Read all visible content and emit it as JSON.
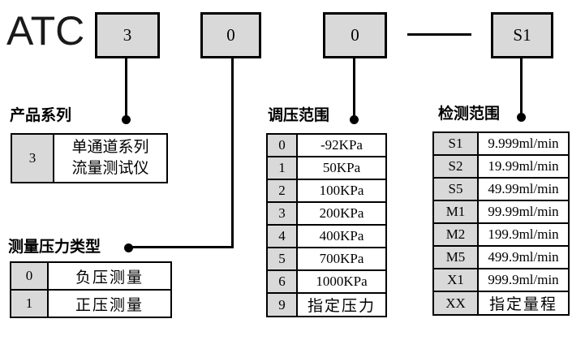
{
  "model_code": {
    "prefix": "ATC",
    "separator": "—",
    "segments": [
      "3",
      "0",
      "0",
      "S1"
    ]
  },
  "sections": {
    "product_series": {
      "heading": "产品系列",
      "rows": [
        {
          "code": "3",
          "label_line1": "单通道系列",
          "label_line2": "流量测试仪"
        }
      ]
    },
    "pressure_type": {
      "heading": "测量压力类型",
      "rows": [
        {
          "code": "0",
          "label": "负压测量"
        },
        {
          "code": "1",
          "label": "正压测量"
        }
      ]
    },
    "regulation_range": {
      "heading": "调压范围",
      "rows": [
        {
          "code": "0",
          "label": "-92KPa"
        },
        {
          "code": "1",
          "label": "50KPa"
        },
        {
          "code": "2",
          "label": "100KPa"
        },
        {
          "code": "3",
          "label": "200KPa"
        },
        {
          "code": "4",
          "label": "400KPa"
        },
        {
          "code": "5",
          "label": "700KPa"
        },
        {
          "code": "6",
          "label": "1000KPa"
        },
        {
          "code": "9",
          "label": "指定压力"
        }
      ]
    },
    "detection_range": {
      "heading": "检测范围",
      "rows": [
        {
          "code": "S1",
          "label": "9.999ml/min"
        },
        {
          "code": "S2",
          "label": "19.99ml/min"
        },
        {
          "code": "S5",
          "label": "49.99ml/min"
        },
        {
          "code": "M1",
          "label": "99.99ml/min"
        },
        {
          "code": "M2",
          "label": "199.9ml/min"
        },
        {
          "code": "M5",
          "label": "499.9ml/min"
        },
        {
          "code": "X1",
          "label": "999.9ml/min"
        },
        {
          "code": "XX",
          "label": "指定量程"
        }
      ]
    }
  },
  "colors": {
    "box_fill": "#d9d9d9",
    "line": "#000000",
    "background": "#ffffff"
  }
}
